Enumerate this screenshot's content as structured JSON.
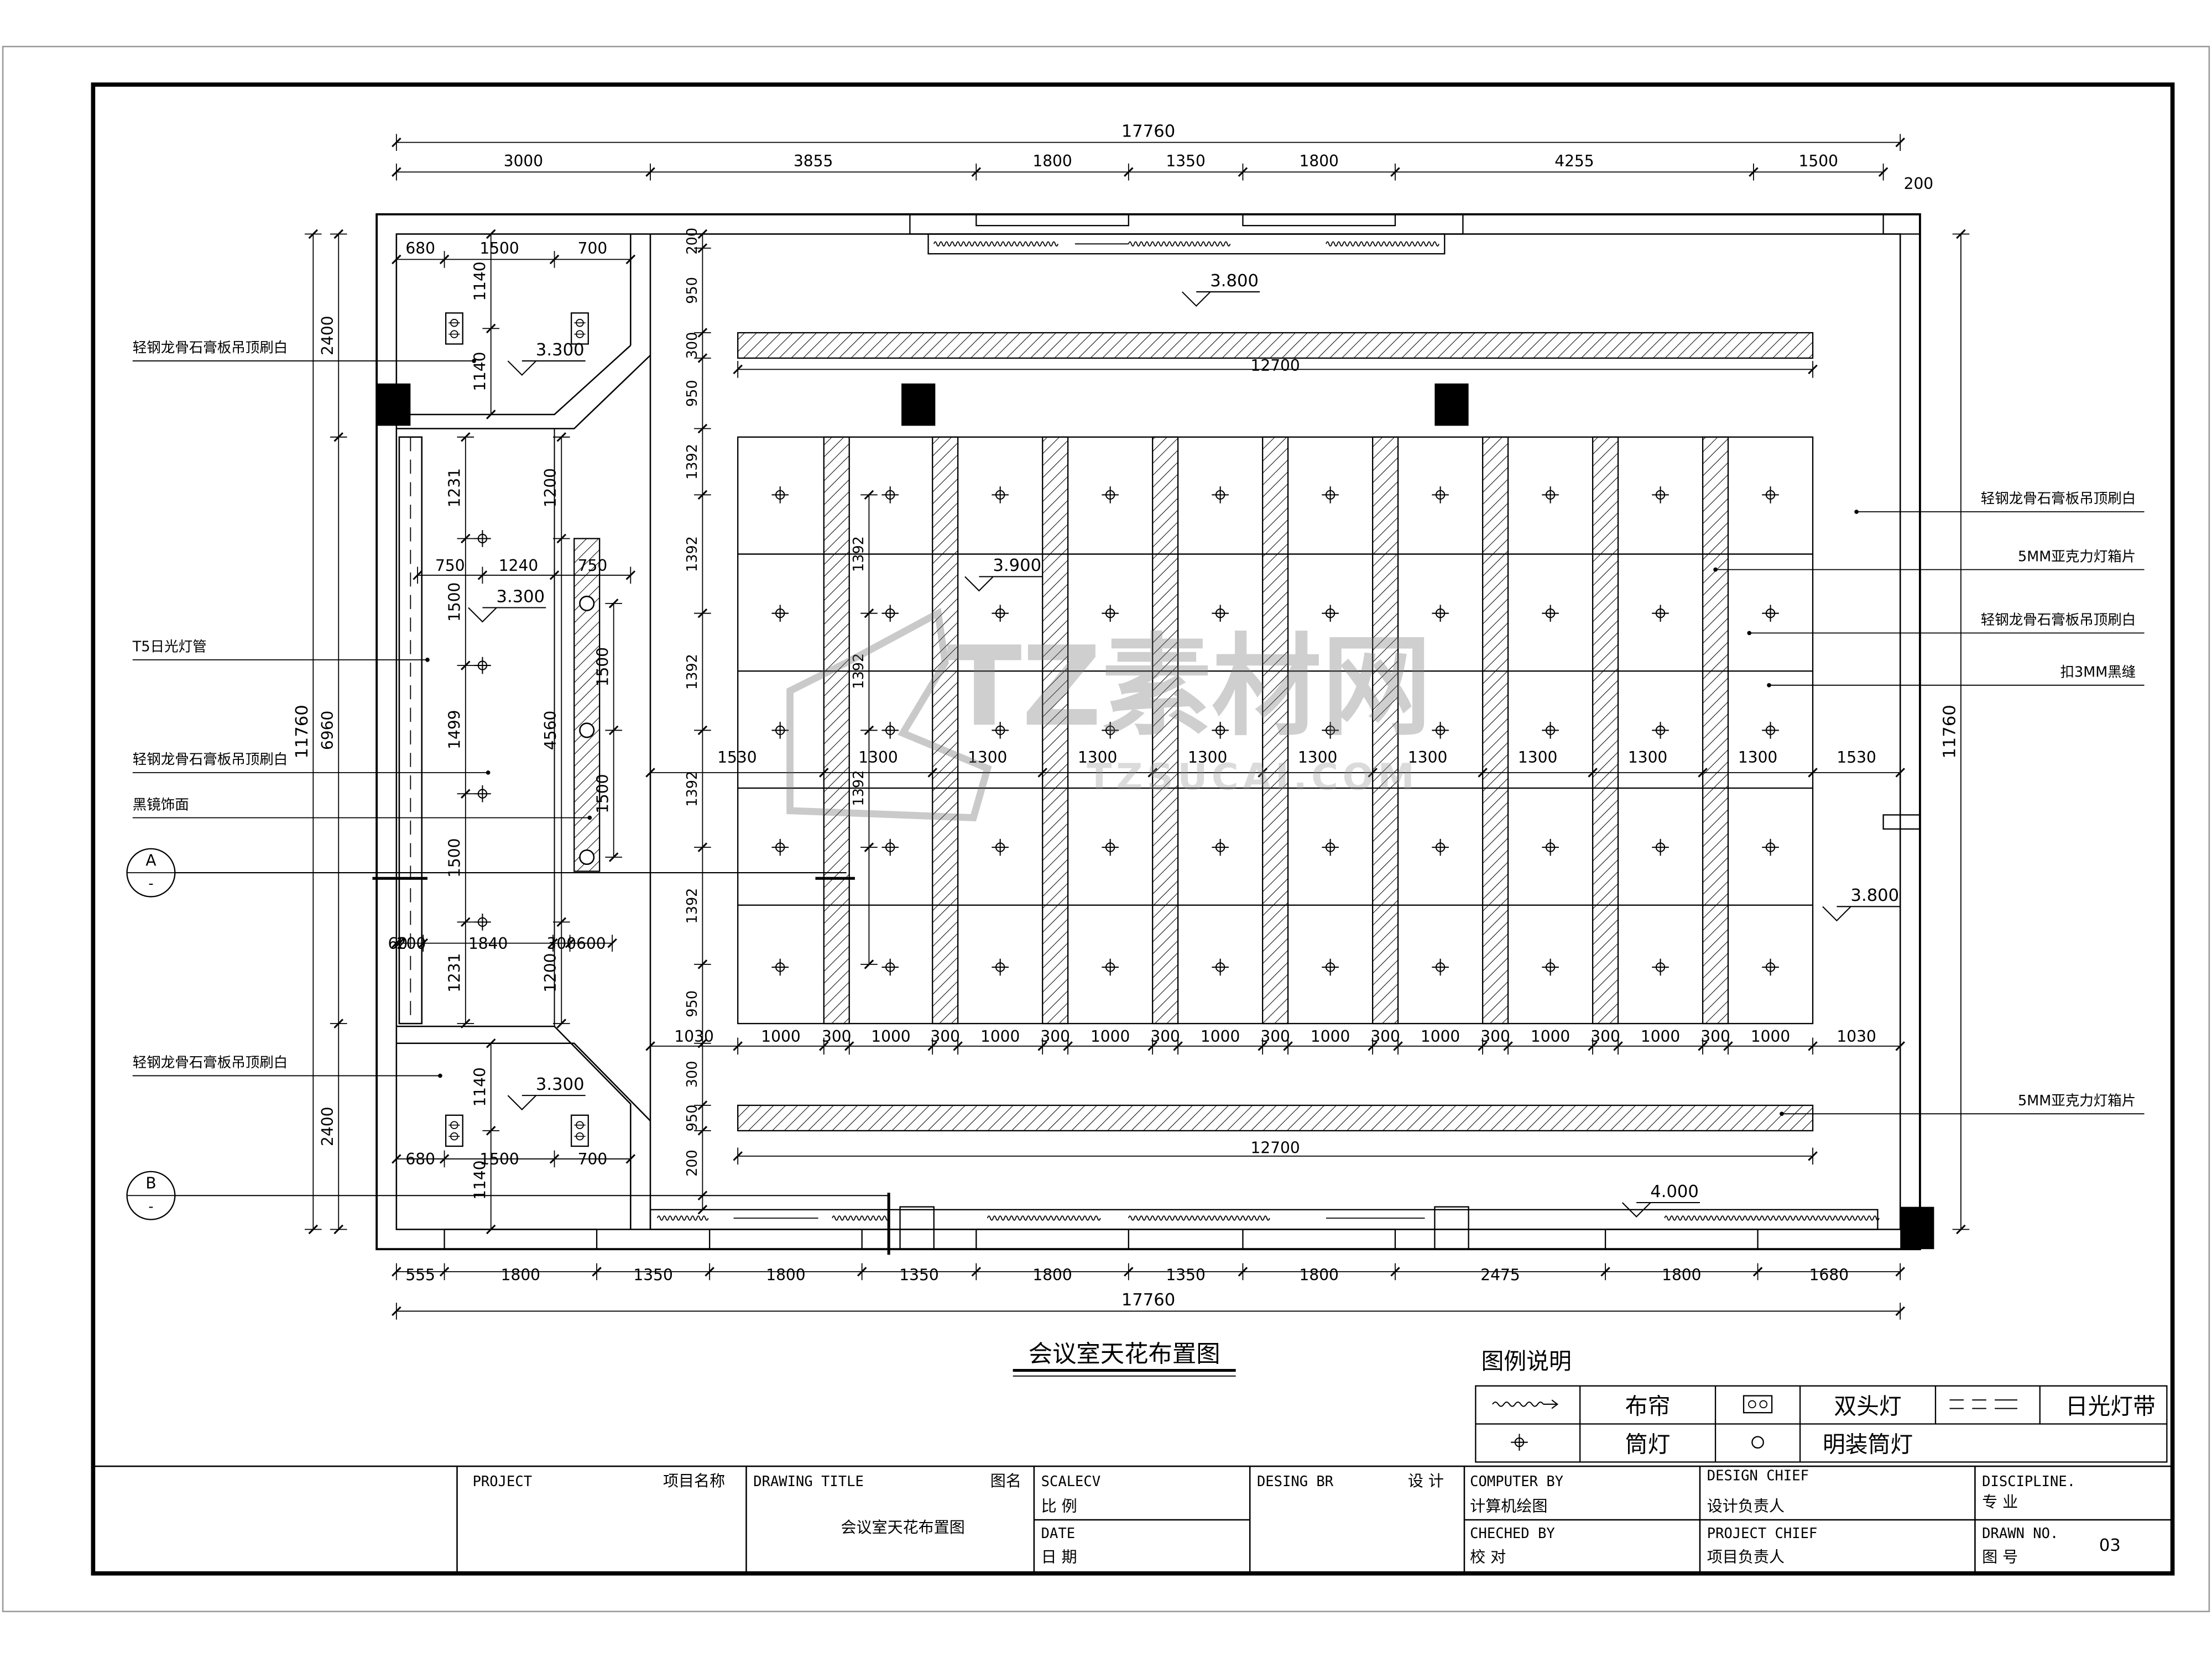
{
  "drawing_title": "会议室天花布置图",
  "watermark": {
    "name": "TZ素材网",
    "url": "TZSUCAI.COM"
  },
  "top_dims": {
    "total": "17760",
    "segments": [
      "3000",
      "3855",
      "1800",
      "1350",
      "1800",
      "4255",
      "1500"
    ],
    "extra": "200"
  },
  "bottom_dims": {
    "total": "17760",
    "segments": [
      "555",
      "1800",
      "1350",
      "1800",
      "1350",
      "1800",
      "1350",
      "1800",
      "2475",
      "1800",
      "1680"
    ]
  },
  "left_dims": {
    "total": "11760",
    "outer": [
      "2400",
      "6960",
      "2400"
    ],
    "inner_top": [
      "1140",
      "1140"
    ],
    "inner_bottom": [
      "1140",
      "1140"
    ],
    "inner_mid": [
      "1231",
      "1500",
      "1499",
      "1500",
      "1231"
    ],
    "mid_right": [
      "1200",
      "4560",
      "1200"
    ],
    "col_right": [
      "1500",
      "1500"
    ],
    "room_vert": [
      "200",
      "950",
      "300",
      "950",
      "1392",
      "1392",
      "1392",
      "1392",
      "1392",
      "950",
      "300",
      "950",
      "200"
    ]
  },
  "right_dims": {
    "total": "11760"
  },
  "left_room_dims": {
    "top_row": [
      "680",
      "1500",
      "700"
    ],
    "bottom_row": [
      "680",
      "1500",
      "700"
    ],
    "mid_row1": [
      "750",
      "1240",
      "750"
    ],
    "mid_row2": [
      "60",
      "200",
      "1840",
      "300",
      "600"
    ]
  },
  "grid_dims": {
    "row1": [
      "1530",
      "1300",
      "1300",
      "1300",
      "1300",
      "1300",
      "1300",
      "1300",
      "1300",
      "1300",
      "1530"
    ],
    "row2": [
      "1030",
      "1000",
      "300",
      "1000",
      "300",
      "1000",
      "300",
      "1000",
      "300",
      "1000",
      "300",
      "1000",
      "300",
      "1000",
      "300",
      "1000",
      "300",
      "1000",
      "300",
      "1000",
      "1030"
    ],
    "strip": "12700",
    "inner_vert": [
      "1392",
      "1392",
      "1392"
    ]
  },
  "levels": [
    "3.800",
    "3.300",
    "3.300",
    "3.300",
    "3.900",
    "3.800",
    "4.000"
  ],
  "annotations_left": [
    "轻钢龙骨石膏板吊顶刷白",
    "T5日光灯管",
    "轻钢龙骨石膏板吊顶刷白",
    "黑镜饰面",
    "轻钢龙骨石膏板吊顶刷白"
  ],
  "annotations_right": [
    "轻钢龙骨石膏板吊顶刷白",
    "5MM亚克力灯箱片",
    "轻钢龙骨石膏板吊顶刷白",
    "扣3MM黑缝",
    "5MM亚克力灯箱片"
  ],
  "axis_marks": [
    {
      "letter": "A",
      "dash": "-"
    },
    {
      "letter": "B",
      "dash": "-"
    }
  ],
  "legend": {
    "title": "图例说明",
    "items": [
      "布帘",
      "双头灯",
      "日光灯带",
      "筒灯",
      "明装筒灯"
    ]
  },
  "title_block": {
    "project_en": "PROJECT",
    "project_cn": "项目名称",
    "drawing_title_en": "DRAWING TITLE",
    "drawing_title_cn": "图名",
    "drawing_title_value": "会议室天花布置图",
    "scale_en": "SCALECV",
    "scale_cn": "比  例",
    "date_en": "DATE",
    "date_cn": "日 期",
    "design_en": "DESING BR",
    "design_cn": "设  计",
    "computer_en": "COMPUTER BY",
    "computer_cn": "计算机绘图",
    "checked_en": "CHECHED BY",
    "checked_cn": "校    对",
    "design_chief_en": "DESIGN CHIEF",
    "design_chief_cn": "设计负责人",
    "project_chief_en": "PROJECT CHIEF",
    "project_chief_cn": "项目负责人",
    "discipline_en": "DISCIPLINE.",
    "discipline_cn": "专    业",
    "drawing_no_en": "DRAWN NO.",
    "drawing_no_cn": "图    号",
    "drawing_no_value": "03"
  }
}
